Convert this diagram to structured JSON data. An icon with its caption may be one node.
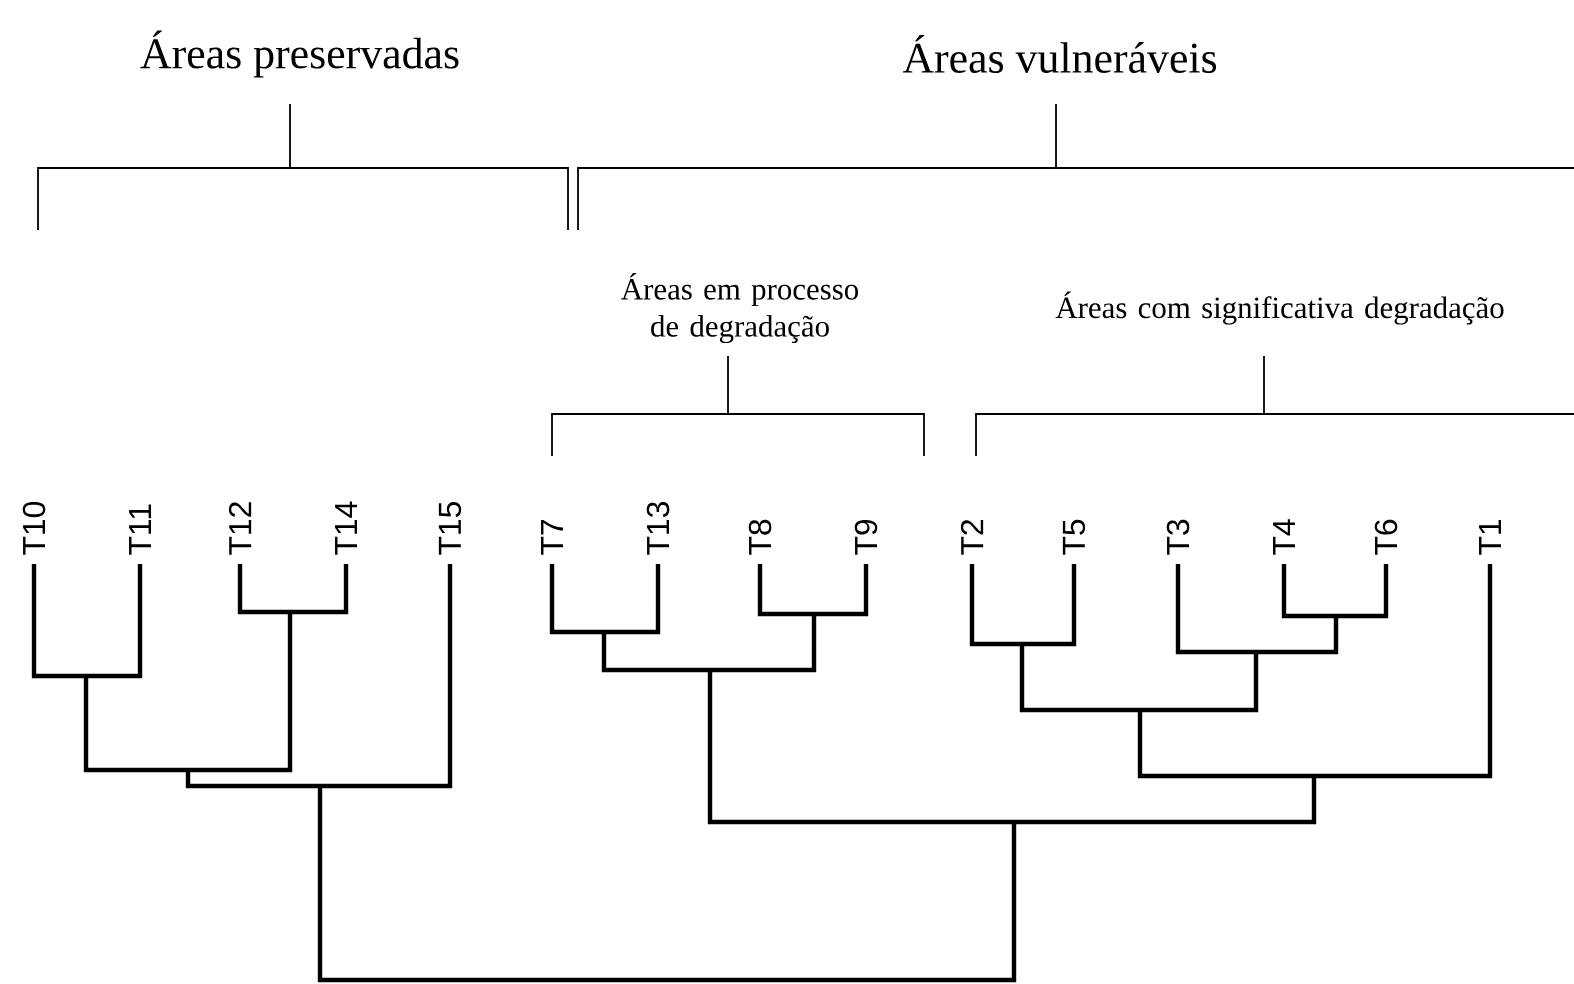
{
  "diagram": {
    "labels": [
      "Áreas preservadas",
      "Áreas vulneráveis",
      "Áreas em processo de degradação",
      "Áreas com significativa degradação",
      "T10",
      "T11",
      "T12",
      "T14",
      "T15",
      "T7",
      "T13",
      "T8",
      "T9",
      "T2",
      "T5",
      "T3",
      "T4",
      "T6",
      "T1"
    ]
  }
}
